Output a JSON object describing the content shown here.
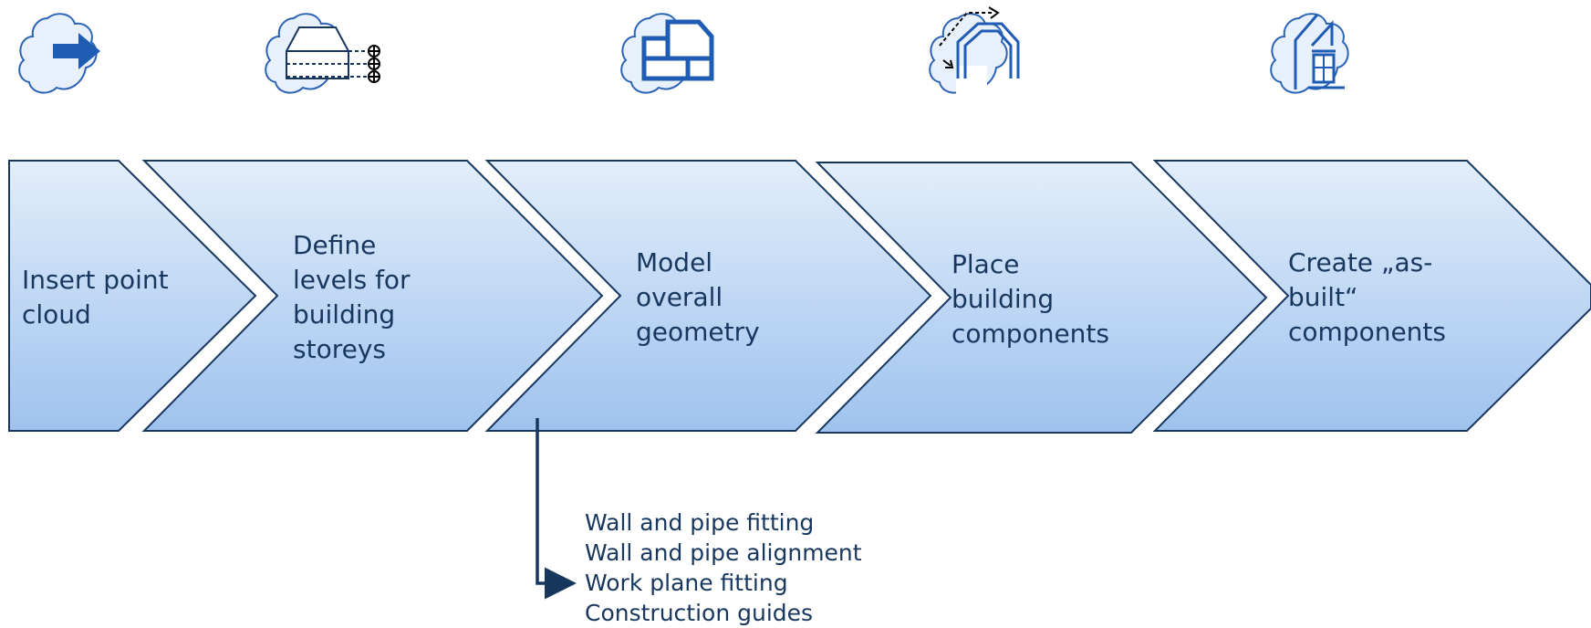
{
  "steps": [
    {
      "label": [
        "Insert point",
        "cloud"
      ],
      "icon": "point-cloud-insert-icon"
    },
    {
      "label": [
        "Define",
        "levels for",
        "building",
        "storeys"
      ],
      "icon": "levels-storeys-icon"
    },
    {
      "label": [
        "Model",
        "overall",
        "geometry"
      ],
      "icon": "floor-plan-geometry-icon"
    },
    {
      "label": [
        "Place",
        "building",
        "components"
      ],
      "icon": "building-components-icon"
    },
    {
      "label": [
        "Create „as-",
        "built“",
        "components"
      ],
      "icon": "as-built-window-icon"
    }
  ],
  "details": {
    "items": [
      "Wall and pipe fitting",
      "Wall and pipe alignment",
      "Work plane fitting",
      "Construction guides"
    ]
  },
  "colors": {
    "chevron_top": "#e2eefb",
    "chevron_bottom": "#9fc2ee",
    "chevron_stroke": "#17375e",
    "text": "#17375e",
    "icon_blue": "#1f5cb3",
    "cloud_fill": "#e8f0fb",
    "cloud_stroke": "#2b63b5"
  }
}
